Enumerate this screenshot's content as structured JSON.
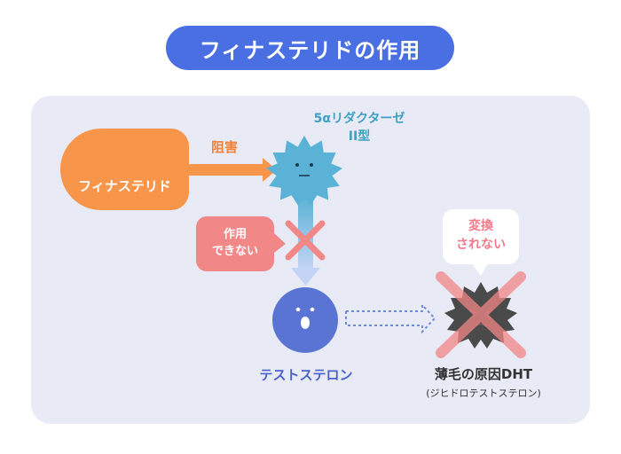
{
  "title": "フィナステリドの作用",
  "drug": {
    "label": "フィナステリド",
    "icon": "pill-icon"
  },
  "inhibit_label": "阻害",
  "enzyme": {
    "line1": "5αリダクターゼ",
    "line2": "II型"
  },
  "no_action_bubble": {
    "line1": "作用",
    "line2": "できない"
  },
  "no_conversion_bubble": {
    "line1": "変換",
    "line2": "されない"
  },
  "testosterone_label": "テストステロン",
  "dht": {
    "label": "薄毛の原因DHT",
    "sub": "(ジヒドロテストステロン)"
  },
  "colors": {
    "title_bg": "#4a6fe3",
    "panel_bg": "#e8eaf6",
    "drug_bg": "#f7954a",
    "enzyme": "#5ab3d6",
    "testosterone": "#5a74d4",
    "dht": "#4a4a4a",
    "cross": "#f28787"
  }
}
